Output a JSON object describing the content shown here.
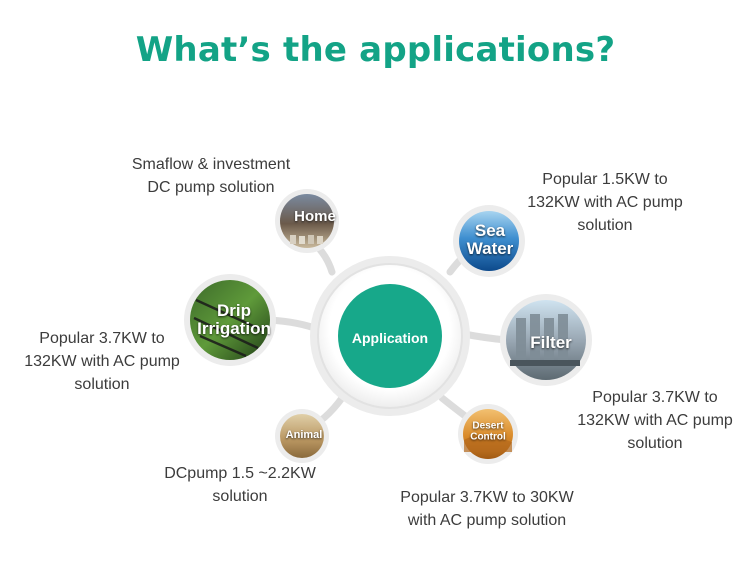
{
  "title": "What’s the applications?",
  "center": {
    "label": "Application",
    "color": "#17a88a"
  },
  "nodes": [
    {
      "id": "home",
      "label": "Home",
      "caption": "Smaflow & investment\nDC pump solution"
    },
    {
      "id": "sea-water",
      "label": "Sea\nWater",
      "caption": "Popular 1.5KW to\n132KW with AC pump\nsolution"
    },
    {
      "id": "drip-irrigation",
      "label": "Drip\nIrrigation",
      "caption": "Popular 3.7KW to\n132KW with AC pump\nsolution"
    },
    {
      "id": "filter",
      "label": "Filter",
      "caption": "Popular 3.7KW to\n132KW with AC pump\nsolution"
    },
    {
      "id": "animal",
      "label": "Animal",
      "caption": "DCpump 1.5 ~2.2KW\nsolution"
    },
    {
      "id": "desert-control",
      "label": "Desert\nControl",
      "caption": "Popular 3.7KW to 30KW\nwith AC pump solution"
    }
  ]
}
